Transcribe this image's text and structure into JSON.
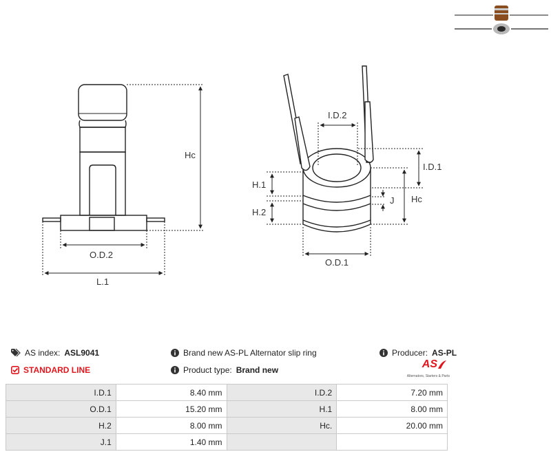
{
  "drawing": {
    "hc_left": "Hc",
    "od2": "O.D.2",
    "l1": "L.1",
    "id2": "I.D.2",
    "id1": "I.D.1",
    "h1": "H.1",
    "h2": "H.2",
    "j": "J",
    "hc_right": "Hc",
    "od1": "O.D.1"
  },
  "info": {
    "as_index_label": "AS index:",
    "as_index_value": "ASL9041",
    "line_label": "STANDARD LINE",
    "description": "Brand new AS-PL Alternator slip ring",
    "product_type_label": "Product type:",
    "product_type_value": "Brand new",
    "producer_label": "Producer:",
    "producer_value": "AS-PL"
  },
  "logo": {
    "mark": "AS",
    "tagline": "Alternators, Starters & Parts"
  },
  "params": [
    [
      {
        "label": "I.D.1",
        "value": "8.40 mm"
      },
      {
        "label": "I.D.2",
        "value": "7.20 mm"
      }
    ],
    [
      {
        "label": "O.D.1",
        "value": "15.20 mm"
      },
      {
        "label": "H.1",
        "value": "8.00 mm"
      }
    ],
    [
      {
        "label": "H.2",
        "value": "8.00 mm"
      },
      {
        "label": "Hc.",
        "value": "20.00 mm"
      }
    ],
    [
      {
        "label": "J.1",
        "value": "1.40 mm"
      },
      {
        "label": "",
        "value": ""
      }
    ]
  ]
}
